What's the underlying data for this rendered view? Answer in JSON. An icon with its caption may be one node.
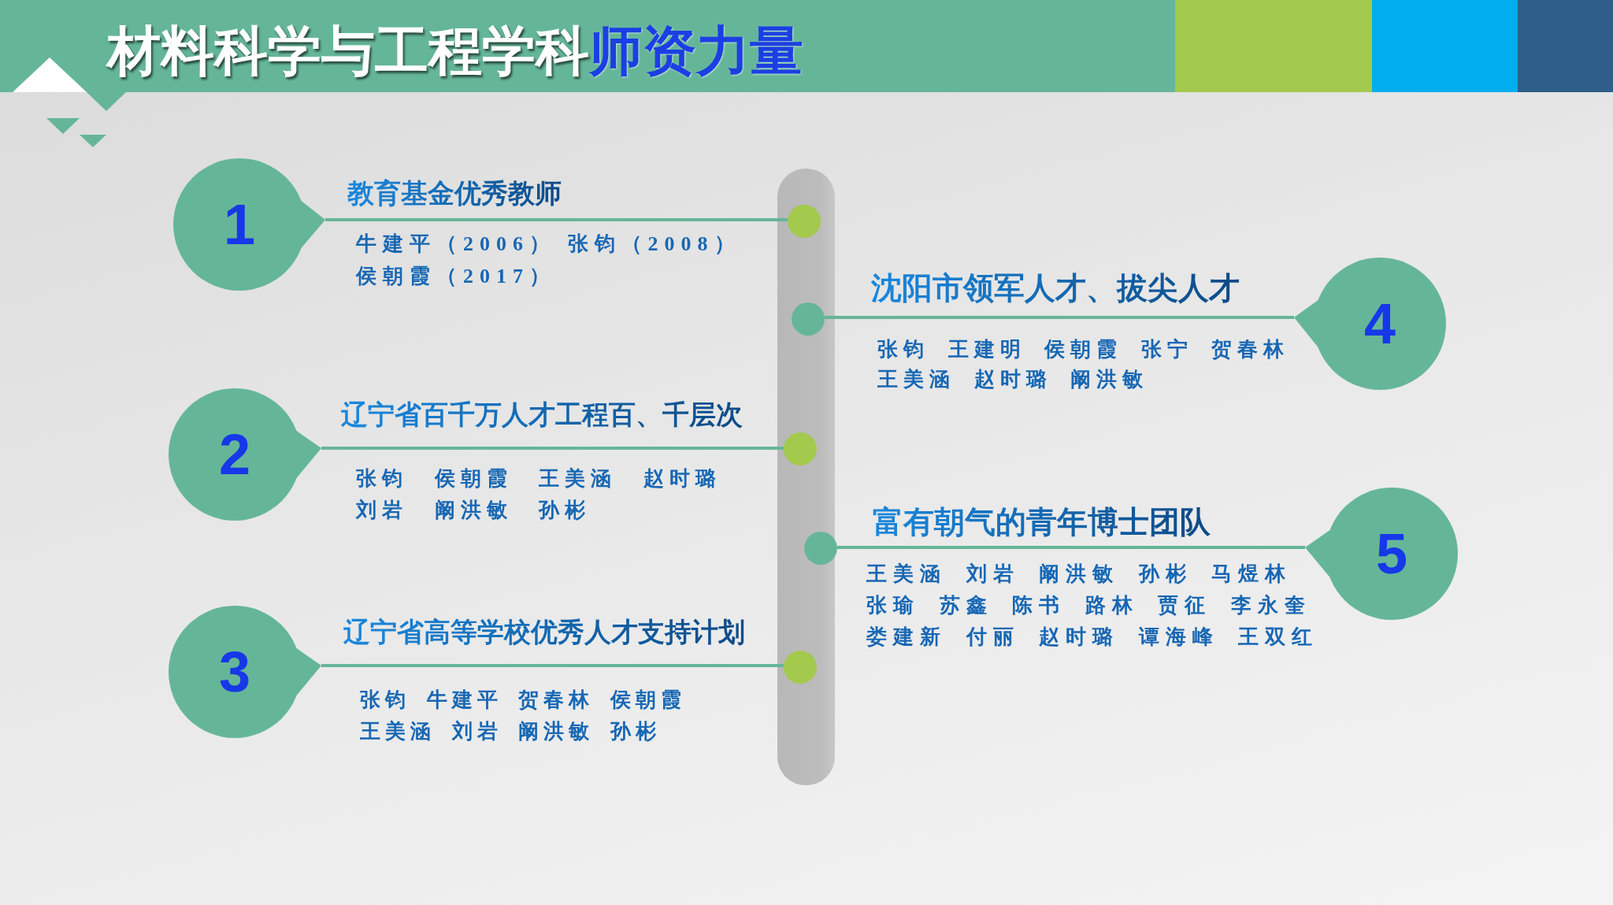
{
  "diagram": {
    "title": "材料科学与工程学科**师资力量**",
    "nodes": [
      {
        "text": [
          "1"
        ],
        "beside": [
          "教育基金优秀教师",
          "牛建平（2006） 张钧（2008）",
          "侯朝霞（2017）"
        ]
      },
      {
        "text": [
          "2"
        ],
        "beside": [
          "辽宁省百千万人才工程百、千层次",
          "张钧 侯朝霞 王美涵 赵时璐",
          "刘岩 阚洪敏 孙彬"
        ]
      },
      {
        "text": [
          "3"
        ],
        "beside": [
          "辽宁省高等学校优秀人才支持计划",
          "张钧 牛建平 贺春林 侯朝霞",
          "王美涵 刘岩 阚洪敏 孙彬"
        ]
      },
      {
        "text": [
          "4"
        ],
        "beside": [
          "沈阳市领军人才、拔尖人才",
          "张钧 王建明 侯朝霞 张宁 贺春林",
          "王美涵 赵时璐 阚洪敏"
        ]
      },
      {
        "text": [
          "5"
        ],
        "beside": [
          "富有朝气的青年博士团队",
          "王美涵 刘岩 阚洪敏 孙彬 马煜林",
          "张瑜 苏鑫 陈书 路林 贾征 李永奎",
          "娄建新 付丽 赵时璐 谭海峰 王双红"
        ]
      },
      {
        "text": [],
        "shape": "circle"
      },
      {
        "text": [],
        "shape": "circle"
      },
      {
        "text": [],
        "shape": "circle"
      },
      {
        "text": [],
        "shape": "circle"
      },
      {
        "text": [],
        "shape": "circle"
      }
    ],
    "edges": [
      {
        "from": 0,
        "to": 5,
        "arrow": "none"
      },
      {
        "from": 1,
        "to": 7,
        "arrow": "none"
      },
      {
        "from": 2,
        "to": 9,
        "arrow": "none"
      },
      {
        "from": 3,
        "to": 6,
        "arrow": "none"
      },
      {
        "from": 4,
        "to": 8,
        "arrow": "none"
      }
    ]
  }
}
